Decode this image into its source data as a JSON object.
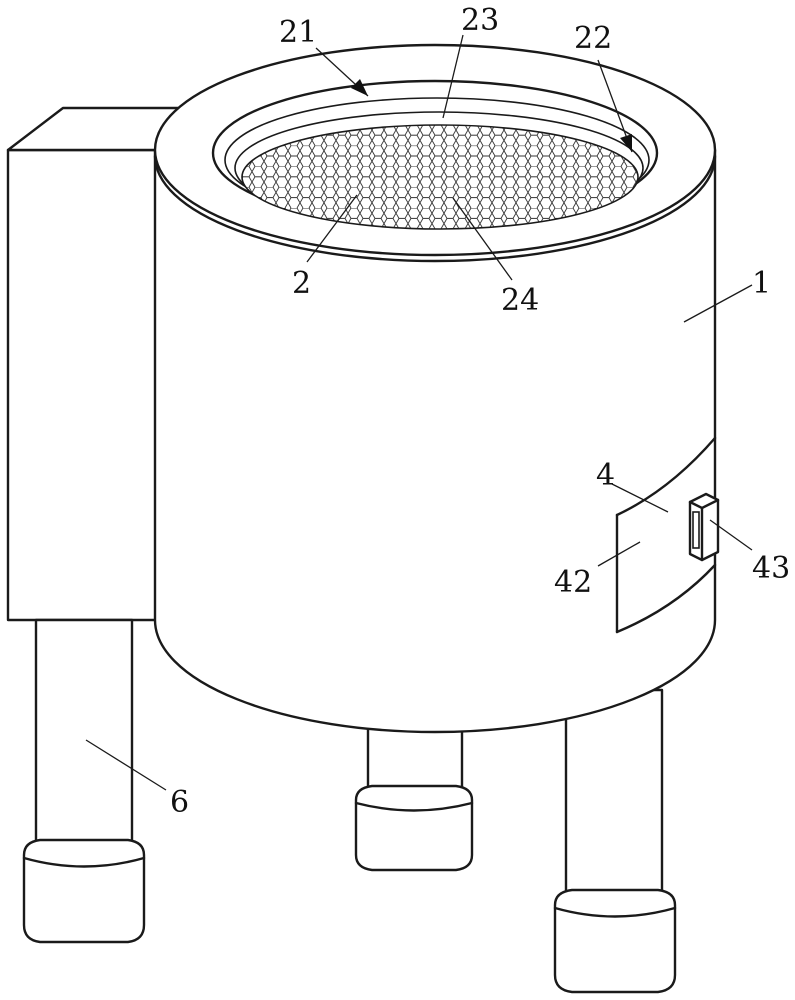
{
  "labels": {
    "l1": "1",
    "l2": "2",
    "l4": "4",
    "l6": "6",
    "l21": "21",
    "l22": "22",
    "l23": "23",
    "l24": "24",
    "l42": "42",
    "l43": "43"
  }
}
